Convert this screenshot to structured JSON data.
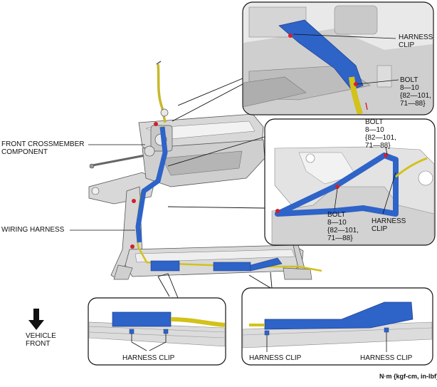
{
  "labels": {
    "front_crossmember": [
      "FRONT CROSSMEMBER",
      "COMPONENT"
    ],
    "wiring_harness": "WIRING HARNESS",
    "vehicle_front": [
      "VEHICLE",
      "FRONT"
    ],
    "harness_clip_top": [
      "HARNESS",
      "CLIP"
    ],
    "harness_clip_mid": [
      "HARNESS",
      "CLIP"
    ],
    "harness_clip": "HARNESS CLIP",
    "bolt_label": "BOLT",
    "torque_nm": "8—10",
    "torque_kgf_cm": "{82—101,",
    "torque_in_lbf": "71—88}",
    "units_note": "N·m {kgf-cm, in-lbf}"
  },
  "colors": {
    "harness_blue": "#2e63c8",
    "harness_yellow": "#d2c21a",
    "bolt_red": "#d21f2c",
    "metal_light": "#e4e4e4",
    "metal_mid": "#b9b9b9",
    "metal_dark": "#7f7f7f"
  }
}
